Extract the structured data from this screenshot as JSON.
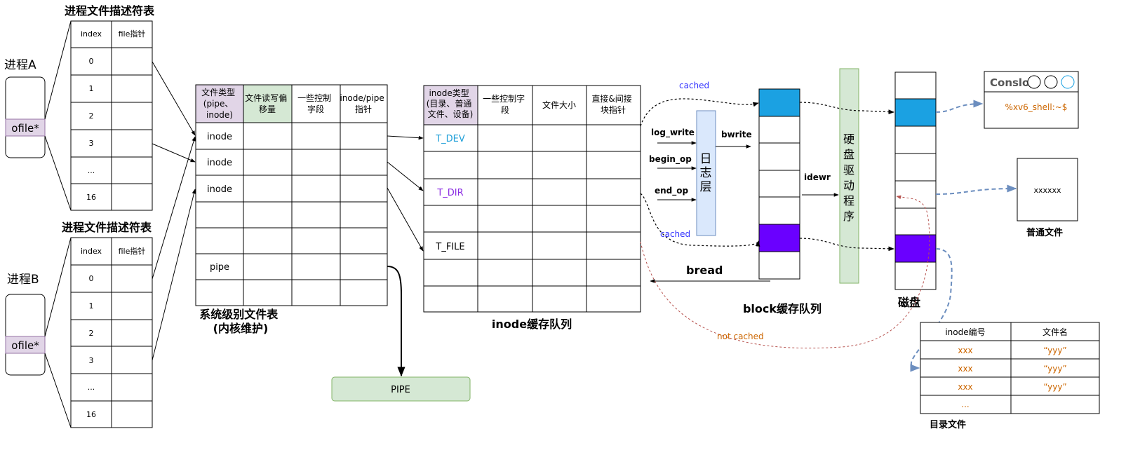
{
  "fd_table_title_a": "进程文件描述符表",
  "fd_table_title_b": "进程文件描述符表",
  "fd_headers": [
    "index",
    "file指针"
  ],
  "fd_rows": [
    "0",
    "1",
    "2",
    "3",
    "...",
    "16"
  ],
  "process_a_label": "进程A",
  "process_b_label": "进程B",
  "ofile_label": "ofile*",
  "file_table": {
    "headers": [
      [
        "文件类型",
        "(pipe、",
        "inode)"
      ],
      [
        "文件读写偏",
        "移量"
      ],
      [
        "一些控制",
        "字段"
      ],
      [
        "inode/pipe",
        "指针"
      ]
    ],
    "rows": [
      "inode",
      "inode",
      "inode",
      "",
      "",
      "pipe",
      ""
    ],
    "title": [
      "系统级别文件表",
      "(内核维护)"
    ]
  },
  "pipe_label": "PIPE",
  "inode_table": {
    "headers": [
      [
        "inode类型",
        "(目录、普通",
        "文件、设备)"
      ],
      [
        "一些控制字",
        "段"
      ],
      [
        "文件大小"
      ],
      [
        "直接&间接",
        "块指针"
      ]
    ],
    "rows": [
      "T_DEV",
      "",
      "T_DIR",
      "",
      "T_FILE",
      "",
      ""
    ],
    "row_colors": [
      "#1E9FD8",
      "#000000",
      "#8A2BE2",
      "#000000",
      "#000000",
      "#000000",
      "#000000"
    ],
    "title": "inode缓存队列"
  },
  "log_layer": {
    "chars": [
      "日",
      "志",
      "层"
    ],
    "inputs": [
      "log_write",
      "begin_op",
      "end_op"
    ],
    "bwrite": "bwrite"
  },
  "cached_label": "cached",
  "not_cached_label": "not cached",
  "bread_label": "bread",
  "block_cache_title": "block缓存队列",
  "idewr_label": "idewr",
  "driver_chars": [
    "硬",
    "盘",
    "驱",
    "动",
    "程",
    "序"
  ],
  "disk_title": "磁盘",
  "console": {
    "title": "Conslo",
    "text": "%xv6_shell:~$"
  },
  "regular_file": {
    "content": "xxxxxx",
    "caption": "普通文件"
  },
  "dir_file": {
    "headers": [
      "inode编号",
      "文件名"
    ],
    "rows": [
      [
        "xxx",
        "“yyy”"
      ],
      [
        "xxx",
        "“yyy”"
      ],
      [
        "xxx",
        "“yyy”"
      ],
      [
        "...",
        ""
      ]
    ],
    "caption": "目录文件"
  },
  "colors": {
    "blue_block": "#1BA1E2",
    "purple_block": "#6A00FF",
    "header_purple": "#E1D5E7",
    "header_green": "#D5E8D4",
    "log_fill": "#DAE8FC",
    "driver_fill": "#D5E8D4",
    "dashed_blue": "#6C8EBF",
    "dashed_red": "#B85450",
    "cached_text": "#3333FF",
    "orange_text": "#CC6600"
  }
}
